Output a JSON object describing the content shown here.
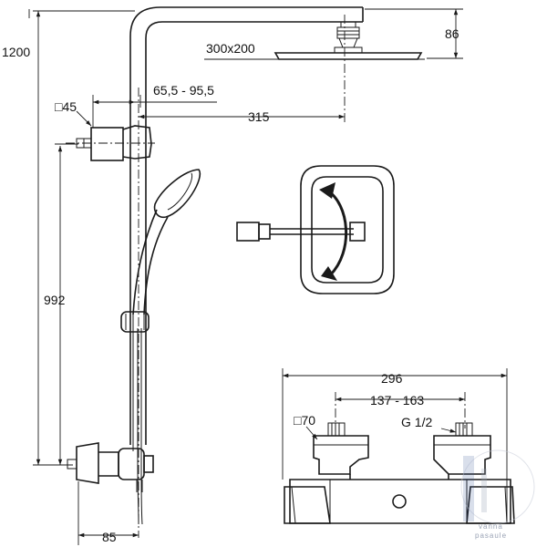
{
  "dimensions": {
    "total_height": "1200",
    "head_drop": "86",
    "head_size": "300x200",
    "arm_offset": "65,5 - 95,5",
    "bracket_square": "□45",
    "arm_reach": "315",
    "rail_height": "992",
    "mixer_width": "296",
    "inlet_centres": "137 - 163",
    "body_square": "□70",
    "thread": "G 1/2",
    "wall_depth": "85"
  },
  "watermark": {
    "line1": "vanna",
    "line2": "pasaule"
  },
  "colors": {
    "line": "#1a1a1a",
    "arrow_fill": "#1a1a1a",
    "watermark": "#9aa3b5",
    "watermark_accent": "#3b5a9a"
  }
}
